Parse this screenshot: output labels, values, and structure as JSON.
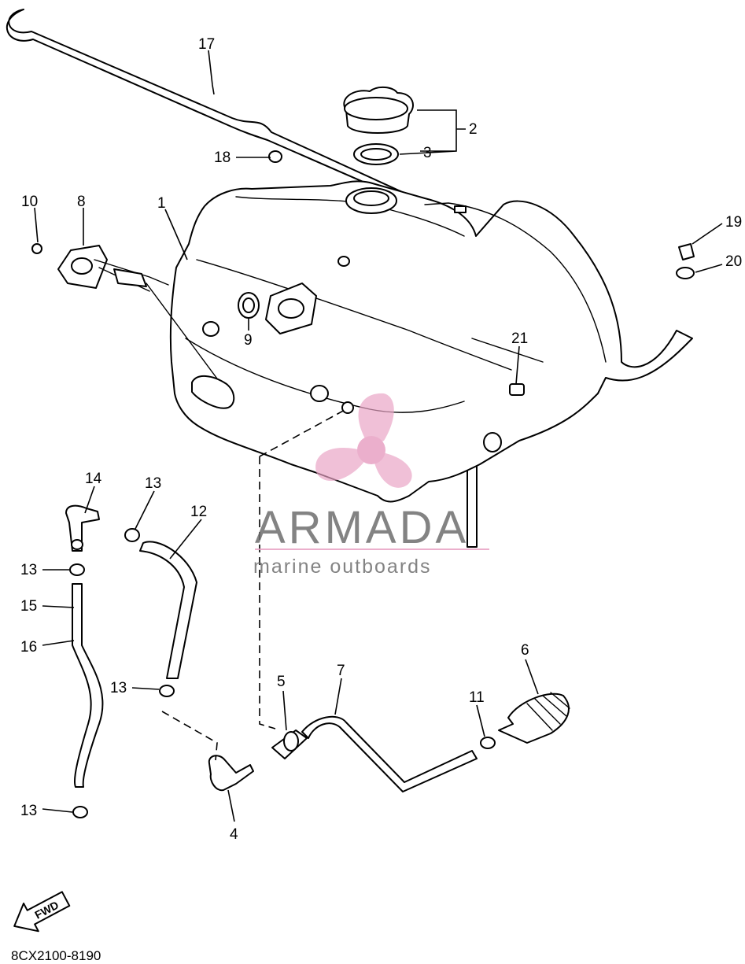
{
  "diagram": {
    "code": "8CX2100-8190",
    "fwd_label": "FWD",
    "callouts": [
      "1",
      "2",
      "3",
      "4",
      "5",
      "6",
      "7",
      "8",
      "9",
      "10",
      "11",
      "12",
      "13",
      "14",
      "15",
      "16",
      "17",
      "18",
      "19",
      "20",
      "21"
    ]
  },
  "watermark": {
    "brand": "ARMADA",
    "tagline": "marine outboards",
    "colors": {
      "accent": "#e8a2c4",
      "text": "#6e6e6e"
    }
  }
}
